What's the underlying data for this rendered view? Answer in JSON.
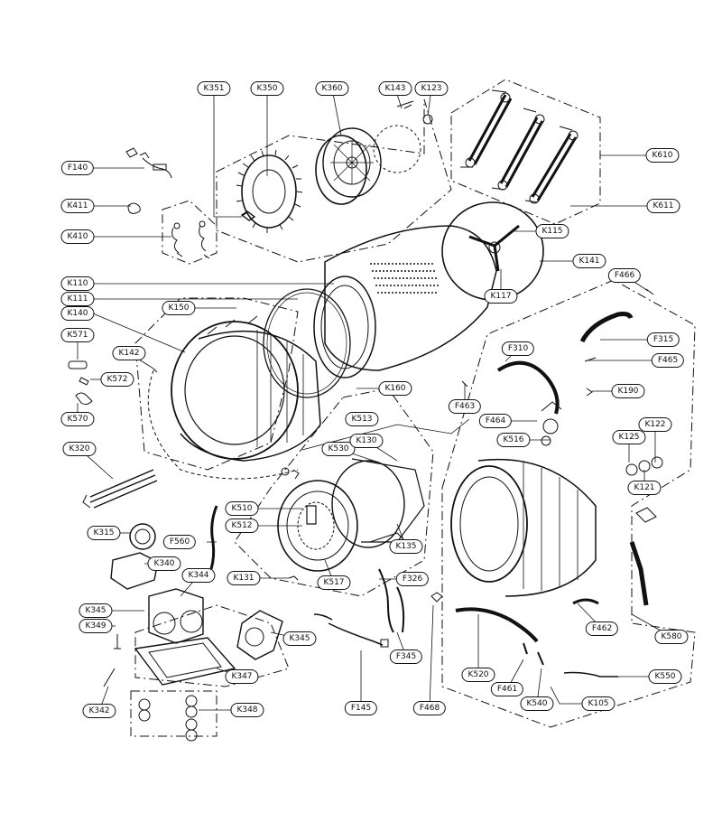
{
  "part_labels": {
    "K351": "K351",
    "K350": "K350",
    "K360": "K360",
    "K143": "K143",
    "K123": "K123",
    "F140": "F140",
    "K411": "K411",
    "K410": "K410",
    "K610": "K610",
    "K611": "K611",
    "K115": "K115",
    "K141": "K141",
    "F466": "F466",
    "K117": "K117",
    "K110": "K110",
    "K111": "K111",
    "K150": "K150",
    "K140": "K140",
    "K571": "K571",
    "K142": "K142",
    "K572": "K572",
    "K570": "K570",
    "K160": "K160",
    "F315": "F315",
    "F310": "F310",
    "F465": "F465",
    "F463": "F463",
    "K190": "K190",
    "K513": "K513",
    "F464": "F464",
    "K122": "K122",
    "K125": "K125",
    "K516": "K516",
    "K320": "K320",
    "K530": "K530",
    "K130": "K130",
    "K121": "K121",
    "K510": "K510",
    "K512": "K512",
    "K315": "K315",
    "F560": "F560",
    "K135": "K135",
    "K340": "K340",
    "K344": "K344",
    "K131": "K131",
    "F326": "F326",
    "K517": "K517",
    "K345a": "K345",
    "K349": "K349",
    "K345b": "K345",
    "F462": "F462",
    "K580": "K580",
    "K347": "K347",
    "F345": "F345",
    "K520": "K520",
    "F461": "F461",
    "K550": "K550",
    "K342": "K342",
    "K348": "K348",
    "K540": "K540",
    "K105": "K105",
    "F145": "F145",
    "F468": "F468"
  }
}
